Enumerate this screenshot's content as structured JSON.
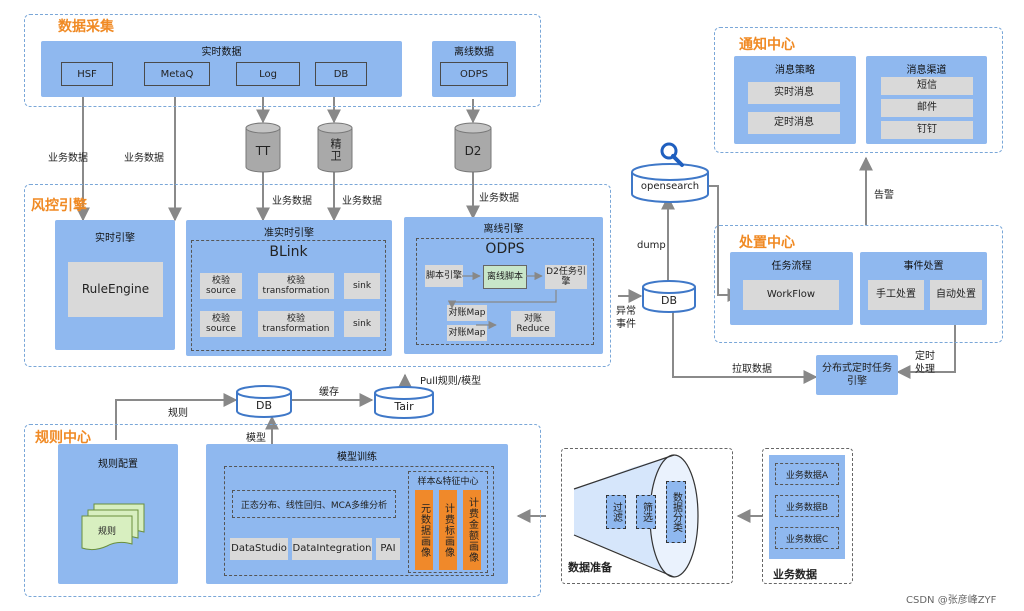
{
  "data_collection": {
    "title": "数据采集",
    "realtime": {
      "title": "实时数据",
      "sources": [
        "HSF",
        "MetaQ",
        "Log",
        "DB"
      ]
    },
    "offline": {
      "title": "离线数据",
      "sources": [
        "ODPS"
      ]
    }
  },
  "queues": {
    "tt": "TT",
    "jingwei": "精卫",
    "d2": "D2"
  },
  "edge_labels": {
    "biz_data": "业务数据",
    "dump": "dump",
    "anomaly": "异常事件",
    "pull_data": "拉取数据",
    "timed": "定时处理",
    "alert": "告警",
    "rules": "规则",
    "cache": "缓存",
    "pull_rules": "Pull规则/模型",
    "model": "模型"
  },
  "risk_engine": {
    "title": "风控引擎",
    "realtime": {
      "title": "实时引擎",
      "component": "RuleEngine"
    },
    "near_realtime": {
      "title": "准实时引擎",
      "name": "BLink",
      "rows": [
        [
          "校验source",
          "校验transformation",
          "sink"
        ],
        [
          "校验source",
          "校验transformation",
          "sink"
        ]
      ]
    },
    "offline": {
      "title": "离线引擎",
      "name": "ODPS",
      "script_engine": "脚本引擎",
      "offline_script": "离线脚本",
      "d2_task": "D2任务引擎",
      "map1": "对账Map",
      "map2": "对账Map",
      "reduce": "对账Reduce"
    }
  },
  "stores": {
    "opensearch": "opensearch",
    "db_right": "DB",
    "db_left": "DB",
    "tair": "Tair"
  },
  "notify_center": {
    "title": "通知中心",
    "strategy": {
      "title": "消息策略",
      "items": [
        "实时消息",
        "定时消息"
      ]
    },
    "channels": {
      "title": "消息渠道",
      "items": [
        "短信",
        "邮件",
        "钉钉"
      ]
    }
  },
  "handle_center": {
    "title": "处置中心",
    "flow": {
      "title": "任务流程",
      "item": "WorkFlow"
    },
    "event": {
      "title": "事件处置",
      "items": [
        "手工处置",
        "自动处置"
      ]
    }
  },
  "scheduler": "分布式定时任务引擎",
  "rule_center": {
    "title": "规则中心",
    "config": {
      "title": "规则配置",
      "doc": "规则"
    },
    "training": {
      "title": "模型训练",
      "algorithms": "正态分布、线性回归、MCA多维分析",
      "tools": [
        "DataStudio",
        "DataIntegration",
        "PAI"
      ],
      "feature_center": {
        "title": "样本&特征中心",
        "items": [
          "元数据画像",
          "计费标画像",
          "计费金额画像"
        ]
      }
    }
  },
  "data_prep": {
    "title": "数据准备",
    "steps": [
      "过滤",
      "筛选",
      "数据分类"
    ]
  },
  "biz_data": {
    "title": "业务数据",
    "items": [
      "业务数据A",
      "业务数据B",
      "业务数据C"
    ]
  },
  "watermark": "CSDN @张彦峰ZYF"
}
